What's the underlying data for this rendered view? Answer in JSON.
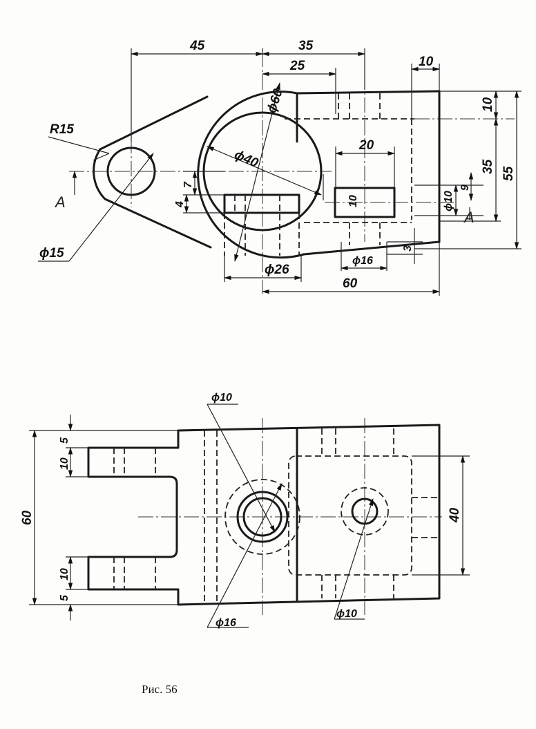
{
  "figure": {
    "caption": "Рис. 56"
  },
  "top_view": {
    "dims": {
      "d45": "45",
      "d35_top": "35",
      "d25": "25",
      "d10_top": "10",
      "d20": "20",
      "d10_right": "10",
      "d35_right": "35",
      "d55": "55",
      "dia10": "ϕ10",
      "d9": "9",
      "d10_slot": "10",
      "d4": "4",
      "d7": "7",
      "d3": "3",
      "dia16": "ϕ16",
      "dia26": "ϕ26",
      "d60": "60",
      "r15": "R15",
      "dia15": "ϕ15",
      "dia40": "ϕ40",
      "dia60": "ϕ60"
    },
    "section_marks": {
      "left": "A",
      "right": "A"
    }
  },
  "bottom_view": {
    "dims": {
      "dia10_top": "ϕ10",
      "d5_top": "5",
      "d10_top": "10",
      "d60": "60",
      "d10_bottom": "10",
      "d5_bottom": "5",
      "d40": "40",
      "dia16": "ϕ16",
      "dia10_bottom": "ϕ10"
    }
  }
}
